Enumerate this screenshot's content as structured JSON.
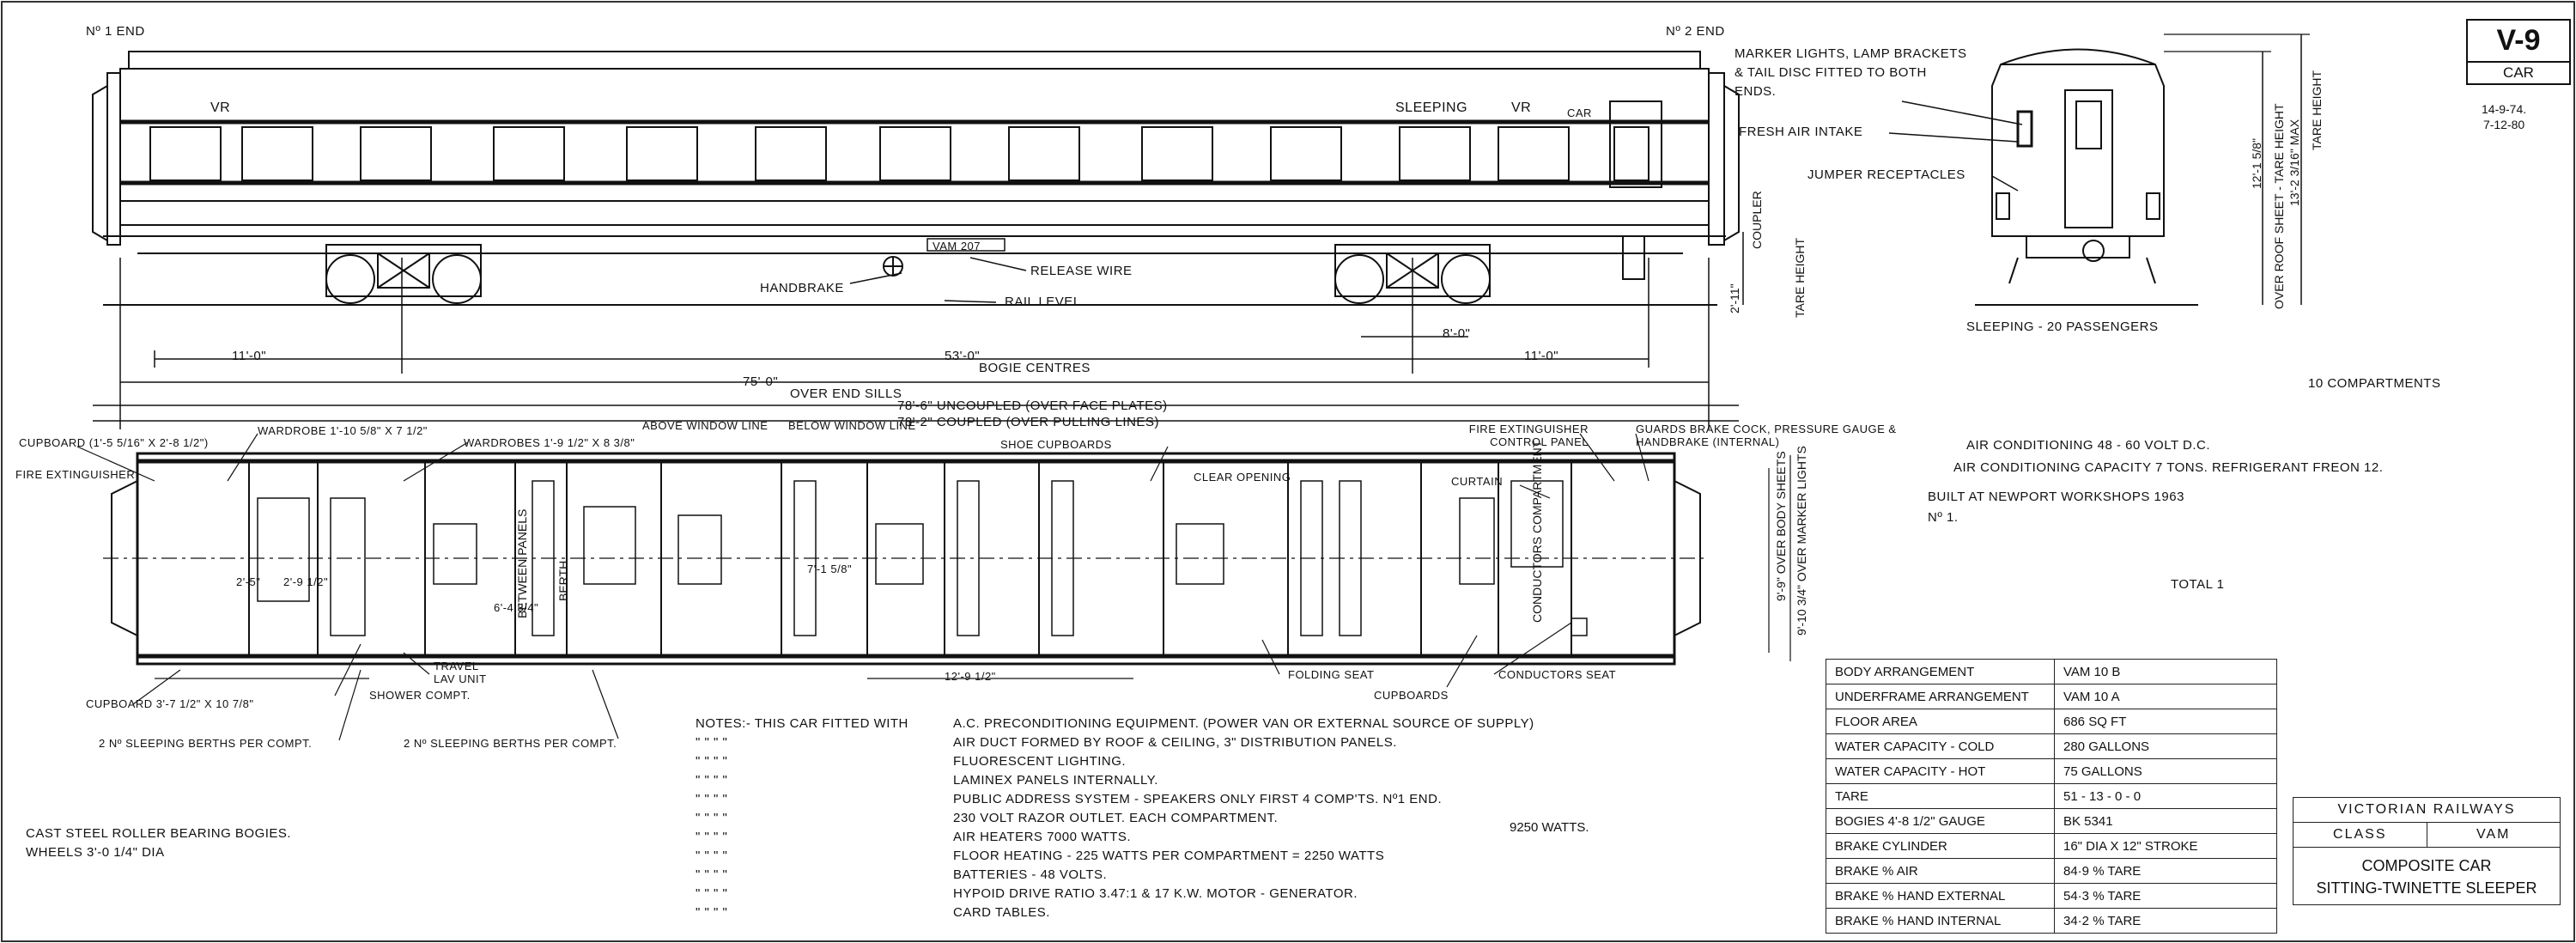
{
  "header": {
    "no1_end": "Nº 1 END",
    "no2_end": "Nº 2 END"
  },
  "side_view": {
    "vr_left": "VR",
    "sleeping": "SLEEPING",
    "vr_right": "VR",
    "car_small": "CAR",
    "vam_plate": "VAM 207",
    "handbrake": "HANDBRAKE",
    "release_wire": "RELEASE WIRE",
    "rail_level": "RAIL LEVEL",
    "coupler": "COUPLER",
    "coupler_height": "2'-11\"",
    "tare_height": "TARE HEIGHT",
    "dim_bogie_left": "11'-0\"",
    "dim_bogie_centres": "53'-0\"",
    "bogie_centres": "BOGIE CENTRES",
    "dim_wheelbase": "8'-0\"",
    "dim_bogie_right": "11'-0\"",
    "dim_over_end_sills": "75'-0\"",
    "over_end_sills": "OVER END SILLS",
    "dim_uncoupled": "78'-6\" UNCOUPLED (OVER FACE PLATES)",
    "dim_coupled": "78'-2\" COUPLED (OVER PULLING LINES)"
  },
  "end_view": {
    "marker_lights": [
      "MARKER LIGHTS, LAMP BRACKETS",
      "& TAIL DISC FITTED TO BOTH",
      "ENDS."
    ],
    "fresh_air": "FRESH AIR INTAKE",
    "jumper": "JUMPER RECEPTACLES",
    "sleeping_passengers": "SLEEPING   -   20 PASSENGERS",
    "height_1": "12'-1 5/8\"",
    "height_1_lbl": "OVER ROOF SHEET - TARE HEIGHT",
    "height_2": "13'-2 3/16\" MAX",
    "height_2_lbl": "TARE HEIGHT"
  },
  "info": {
    "compartments": "10 COMPARTMENTS",
    "air_cond_1": "AIR CONDITIONING  48 - 60 VOLT  D.C.",
    "air_cond_2": "AIR CONDITIONING  CAPACITY 7  TONS.  REFRIGERANT  FREON  12.",
    "built_at": "BUILT AT NEWPORT WORKSHOPS 1963",
    "number": "Nº  1.",
    "total": "TOTAL  1"
  },
  "plan_view": {
    "cupboard_top": "CUPBOARD (1'-5 5/16\" x 2'-8 1/2\")",
    "fire_ext_left": "FIRE EXTINGUISHER",
    "wardrobe_1": "WARDROBE 1'-10 5/8\" x 7 1/2\"",
    "wardrobes": "WARDROBES 1'-9 1/2\" x 8 3/8\"",
    "above_window": "ABOVE WINDOW LINE",
    "below_window": "BELOW WINDOW LINE",
    "shoe_cupboards": "SHOE CUPBOARDS",
    "clear_opening": "CLEAR OPENING",
    "fire_ext_panel": "FIRE EXTINGUISHER CONTROL PANEL",
    "guards_brake": "GUARDS BRAKE COCK, PRESSURE GAUGE & HANDBRAKE (INTERNAL)",
    "curtain": "CURTAIN",
    "conductors_compt": "CONDUCTORS COMPARTMENT",
    "between_panels": "BETWEEN PANELS",
    "berth": "BERTH",
    "over_body_sheets": "9'-9\" OVER BODY SHEETS",
    "over_marker_lights": "9'-10 3/4\" OVER MARKER LIGHTS",
    "dim_2_5a": "2'-5\"",
    "dim_2_9": "2'-9 1/2\"",
    "dim_6_4": "6'-4 3/4\"",
    "dim_7": "7'-1 5/8\"",
    "dim_12_9": "12'-9 1/2\"",
    "travel_lav": "TRAVEL LAV UNIT",
    "shower": "SHOWER COMPT.",
    "cupboard_bottom": "CUPBOARD 3'-7 1/2\" x 10 7/8\"",
    "folding_seat": "FOLDING SEAT",
    "cupboards": "CUPBOARDS",
    "conductors_seat": "CONDUCTORS SEAT",
    "sleeping_berths_1": "2 Nº SLEEPING BERTHS PER COMPT.",
    "sleeping_berths_2": "2 Nº SLEEPING BERTHS PER COMPT."
  },
  "notes": {
    "lead": "NOTES:-  THIS  CAR  FITTED  WITH",
    "ditto": "\"        \"        \"        \"",
    "items": [
      "A.C. PRECONDITIONING EQUIPMENT. (POWER VAN OR EXTERNAL SOURCE OF SUPPLY)",
      "AIR DUCT FORMED BY ROOF & CEILING, 3\" DISTRIBUTION PANELS.",
      "FLUORESCENT LIGHTING.",
      "LAMINEX PANELS INTERNALLY.",
      "PUBLIC ADDRESS SYSTEM - SPEAKERS ONLY FIRST 4 COMP'TS. Nº1 END.",
      "230 VOLT RAZOR OUTLET. EACH COMPARTMENT.",
      "AIR HEATERS 7000 WATTS.",
      "FLOOR HEATING - 225 WATTS PER COMPARTMENT = 2250 WATTS",
      "BATTERIES - 48 VOLTS.",
      "HYPOID DRIVE RATIO 3.47:1 & 17 K.W. MOTOR - GENERATOR.",
      "CARD TABLES."
    ],
    "watts_total": "9250 WATTS."
  },
  "bogies": {
    "line1": "CAST STEEL ROLLER BEARING BOGIES.",
    "line2": "WHEELS  3'-0 1/4\" DIA"
  },
  "spec_table": {
    "rows": [
      [
        "BODY  ARRANGEMENT",
        "VAM  10  B"
      ],
      [
        "UNDERFRAME  ARRANGEMENT",
        "VAM  10  A"
      ],
      [
        "FLOOR  AREA",
        "686  SQ  FT"
      ],
      [
        "WATER  CAPACITY - COLD",
        "280  GALLONS"
      ],
      [
        "WATER  CAPACITY - HOT",
        "75  GALLONS"
      ],
      [
        "TARE",
        "51 - 13 - 0 - 0"
      ],
      [
        "BOGIES  4'-8 1/2\"  GAUGE",
        "BK  5341"
      ],
      [
        "BRAKE  CYLINDER",
        "16\" DIA  X  12\" STROKE"
      ],
      [
        "BRAKE  % AIR",
        "84·9 %  TARE"
      ],
      [
        "BRAKE  % HAND EXTERNAL",
        "54·3 %  TARE"
      ],
      [
        "BRAKE  % HAND INTERNAL",
        "34·2 %  TARE"
      ]
    ]
  },
  "title_block": {
    "railway": "VICTORIAN  RAILWAYS",
    "class_label": "CLASS",
    "class_value": "VAM",
    "desc1": "COMPOSITE  CAR",
    "desc2": "SITTING-TWINETTE  SLEEPER"
  },
  "drawing_no": {
    "code": "V-9",
    "type": "CAR",
    "date1": "14-9-74.",
    "date2": "7-12-80"
  }
}
